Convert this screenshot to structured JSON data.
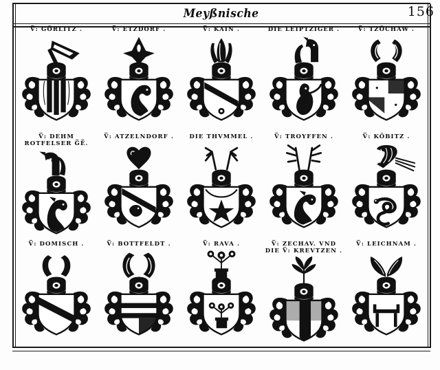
{
  "page": {
    "header_title": "Meyßnische",
    "folio_number": "156",
    "von_abbrev": "V",
    "abbrev_separator": ":"
  },
  "rows": [
    {
      "row_index": 1,
      "entries": [
        {
          "label_lines": [
            "V̅: GÖRLITZ ."
          ],
          "name": "Görlitz",
          "arms_name": "arms-goerlitz",
          "shield": "pales",
          "crest": "banner"
        },
        {
          "label_lines": [
            "V̅: ETZDORF ."
          ],
          "name": "Etzdorf",
          "arms_name": "arms-etzdorf",
          "shield": "beast",
          "crest": "pointed-hat"
        },
        {
          "label_lines": [
            "V̅: KAIN ."
          ],
          "name": "Kain",
          "arms_name": "arms-kain",
          "shield": "bend-roundel",
          "crest": "plumes"
        },
        {
          "label_lines": [
            "DIE LEIPTZIGER ."
          ],
          "name": "Die Leiptziger",
          "arms_name": "arms-leiptziger",
          "shield": "figure",
          "crest": "hound"
        },
        {
          "label_lines": [
            "V̅: TZÖCHAW ."
          ],
          "name": "Tzöchaw",
          "arms_name": "arms-tzoechaw",
          "shield": "quartered",
          "crest": "buffalo-horns"
        }
      ]
    },
    {
      "row_index": 2,
      "entries": [
        {
          "label_lines": [
            "V̅: DEHM",
            "ROTFELSER G̅E̅."
          ],
          "name": "Dehm Rotfelser",
          "arms_name": "arms-dehm-rotfelser",
          "shield": "beast-rampant",
          "crest": "horse"
        },
        {
          "label_lines": [
            "V̅: ATZELNDORF ."
          ],
          "name": "Atzelndorf",
          "arms_name": "arms-atzelndorf",
          "shield": "bird-bend",
          "crest": "heart-plume"
        },
        {
          "label_lines": [
            "DIE THVMMEL ."
          ],
          "name": "Die Thvmmel",
          "arms_name": "arms-thvmmel",
          "shield": "star",
          "crest": "antlers"
        },
        {
          "label_lines": [
            "V̅: TROYFFEN ."
          ],
          "name": "Troyffen",
          "arms_name": "arms-troyffen",
          "shield": "beast-leaping",
          "crest": "antlers-tall"
        },
        {
          "label_lines": [
            "V̅: KÖBITZ ."
          ],
          "name": "Köbitz",
          "arms_name": "arms-koebitz",
          "shield": "serpent",
          "crest": "plume-fan"
        }
      ]
    },
    {
      "row_index": 3,
      "entries": [
        {
          "label_lines": [
            "V̅: DOMISCH ."
          ],
          "name": "Domisch",
          "arms_name": "arms-domisch",
          "shield": "bend-plain",
          "crest": "horns"
        },
        {
          "label_lines": [
            "V̅: BOTTFELDT ."
          ],
          "name": "Bottfeldt",
          "arms_name": "arms-bottfeldt",
          "shield": "fess-bars",
          "crest": "horns-tall"
        },
        {
          "label_lines": [
            "V̅: RAVA ."
          ],
          "name": "Rava",
          "arms_name": "arms-rava",
          "shield": "flowerpot",
          "crest": "flowerpot"
        },
        {
          "label_lines": [
            "V̅: ZECHAV. VND",
            "DIE V̅: KREVTZEN ."
          ],
          "name": "Zechav und die Krevtzen",
          "arms_name": "arms-zechav-krevtzen",
          "shield": "pale-dark",
          "crest": "plumes-split"
        },
        {
          "label_lines": [
            "V̅: LEICHNAM ."
          ],
          "name": "Leichnam",
          "arms_name": "arms-leichnam",
          "shield": "bench",
          "crest": "wings"
        }
      ]
    }
  ],
  "colors": {
    "ink": "#111111",
    "paper": "#fdfdfd",
    "rule": "#1a1a1a"
  }
}
